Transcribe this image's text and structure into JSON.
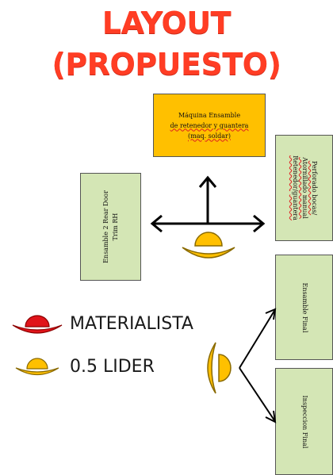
{
  "title": {
    "line1": "LAYOUT",
    "line2": "(PROPUESTO)"
  },
  "boxes": {
    "machine": {
      "line1": "Máquina Ensamble",
      "line2": "de retenedor y guantera",
      "line3": "(maq. soldar)"
    },
    "rear_door": {
      "line1": "Ensamble 2 Rear Door",
      "line2": "Trim RH"
    },
    "drilling": {
      "line1": "Perforado bocas/",
      "line2": "Atornillado manual",
      "line3": "Retenedor/guantera"
    },
    "final_assembly": "Ensamble Final",
    "final_inspection": "Inspeccion Final"
  },
  "legend": {
    "materialista": "MATERIALISTA",
    "lider": "0.5 LIDER"
  },
  "icons": {
    "materialista": "worker-red-icon",
    "lider": "worker-yellow-icon"
  },
  "colors": {
    "title": "#ff3d24",
    "box_green": "#d4e6b5",
    "box_orange": "#ffc000",
    "worker_red": "#e0141a",
    "worker_yellow": "#ffc000"
  }
}
